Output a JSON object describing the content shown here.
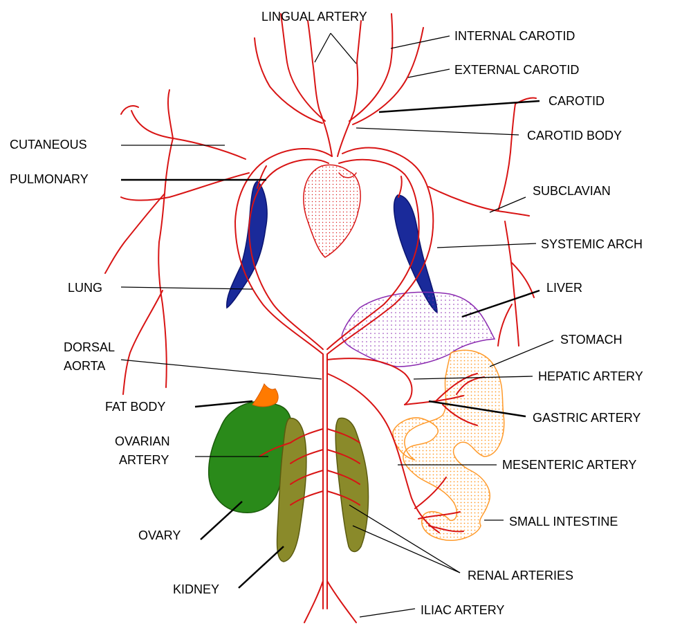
{
  "colors": {
    "artery": "#d81414",
    "heart": "#f7cccc",
    "lung": "#1a2a9a",
    "liver": "#8a2ab0",
    "intestine": "#ff9a2a",
    "ovary": "#2a8a1a",
    "kidney": "#8a8a2a",
    "fat_body": "#ff7a00"
  },
  "labels": {
    "lingual_artery": "LINGUAL ARTERY",
    "internal_carotid": "INTERNAL CAROTID",
    "external_carotid": "EXTERNAL CAROTID",
    "carotid": "CAROTID",
    "carotid_body": "CAROTID BODY",
    "cutaneous": "CUTANEOUS",
    "pulmonary": "PULMONARY",
    "subclavian": "SUBCLAVIAN",
    "systemic_arch": "SYSTEMIC ARCH",
    "lung": "LUNG",
    "liver": "LIVER",
    "dorsal_line1": "DORSAL",
    "dorsal_line2": "AORTA",
    "stomach": "STOMACH",
    "hepatic_artery": "HEPATIC ARTERY",
    "fat_body": "FAT BODY",
    "gastric_artery": "GASTRIC ARTERY",
    "ovarian_line1": "OVARIAN",
    "ovarian_line2": "ARTERY",
    "mesenteric_artery": "MESENTERIC ARTERY",
    "ovary": "OVARY",
    "small_intestine": "SMALL INTESTINE",
    "kidney": "KIDNEY",
    "renal_arteries": "RENAL ARTERIES",
    "iliac_artery": "ILIAC ARTERY"
  }
}
